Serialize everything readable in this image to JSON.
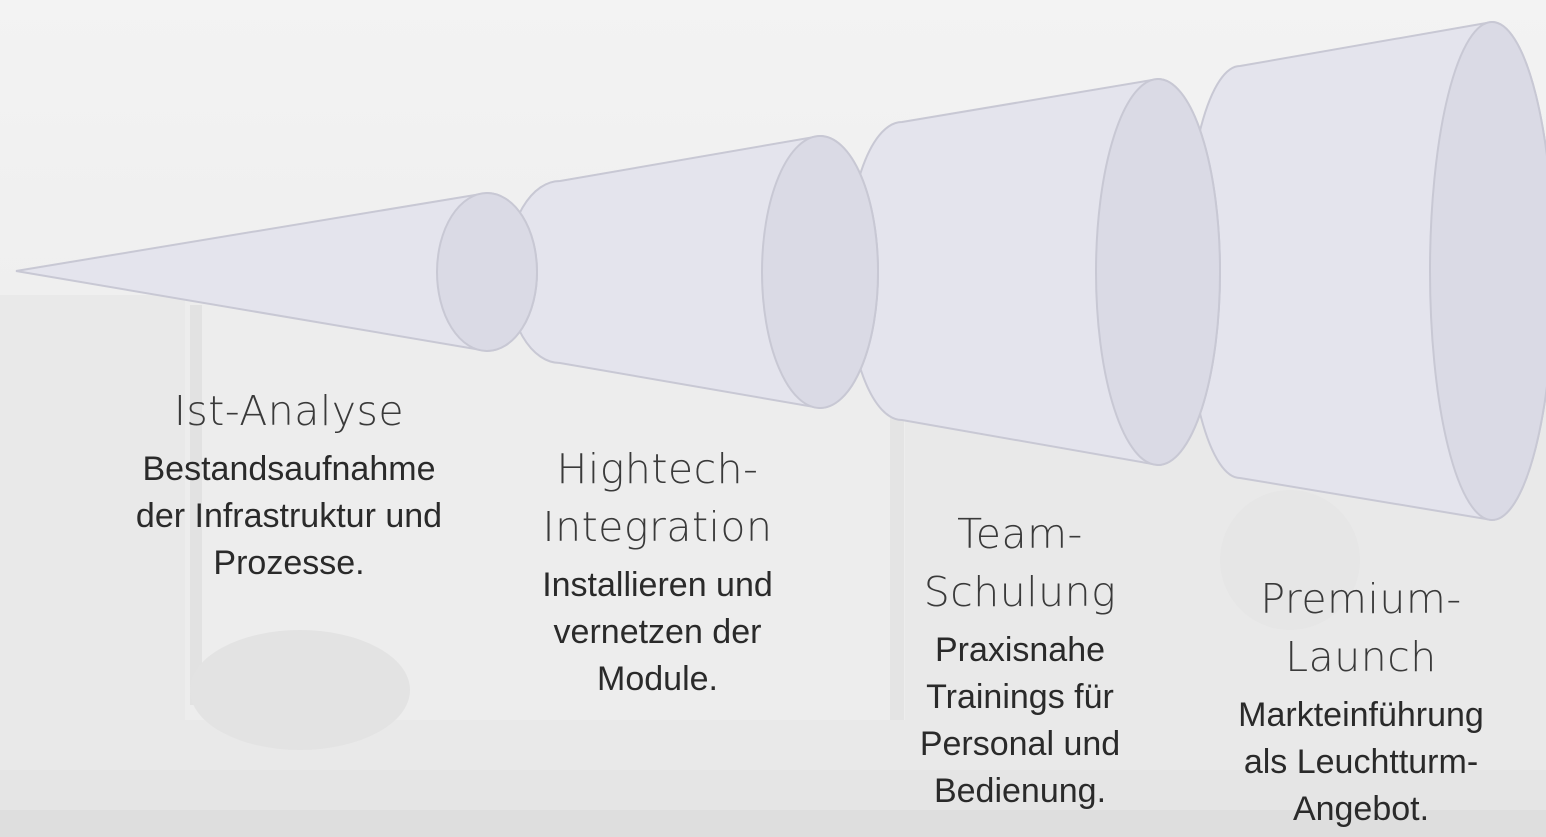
{
  "steps": [
    {
      "title": "Ist-Analyse",
      "description": "Bestandsaufnahme der Infrastruktur und Prozesse."
    },
    {
      "title": "Hightech-Integration",
      "description": "Installieren und vernetzen der Module."
    },
    {
      "title": "Team-Schulung",
      "description": "Praxisnahe Trainings für Personal und Bedienung."
    },
    {
      "title": "Premium-Launch",
      "description": "Markteinführung als Leuchtturm-Angebot."
    }
  ],
  "colors": {
    "segment_fill": "#e3e3ec",
    "segment_face": "#d9d9e4",
    "segment_stroke": "#c6c6d2",
    "background": "#ececec"
  }
}
